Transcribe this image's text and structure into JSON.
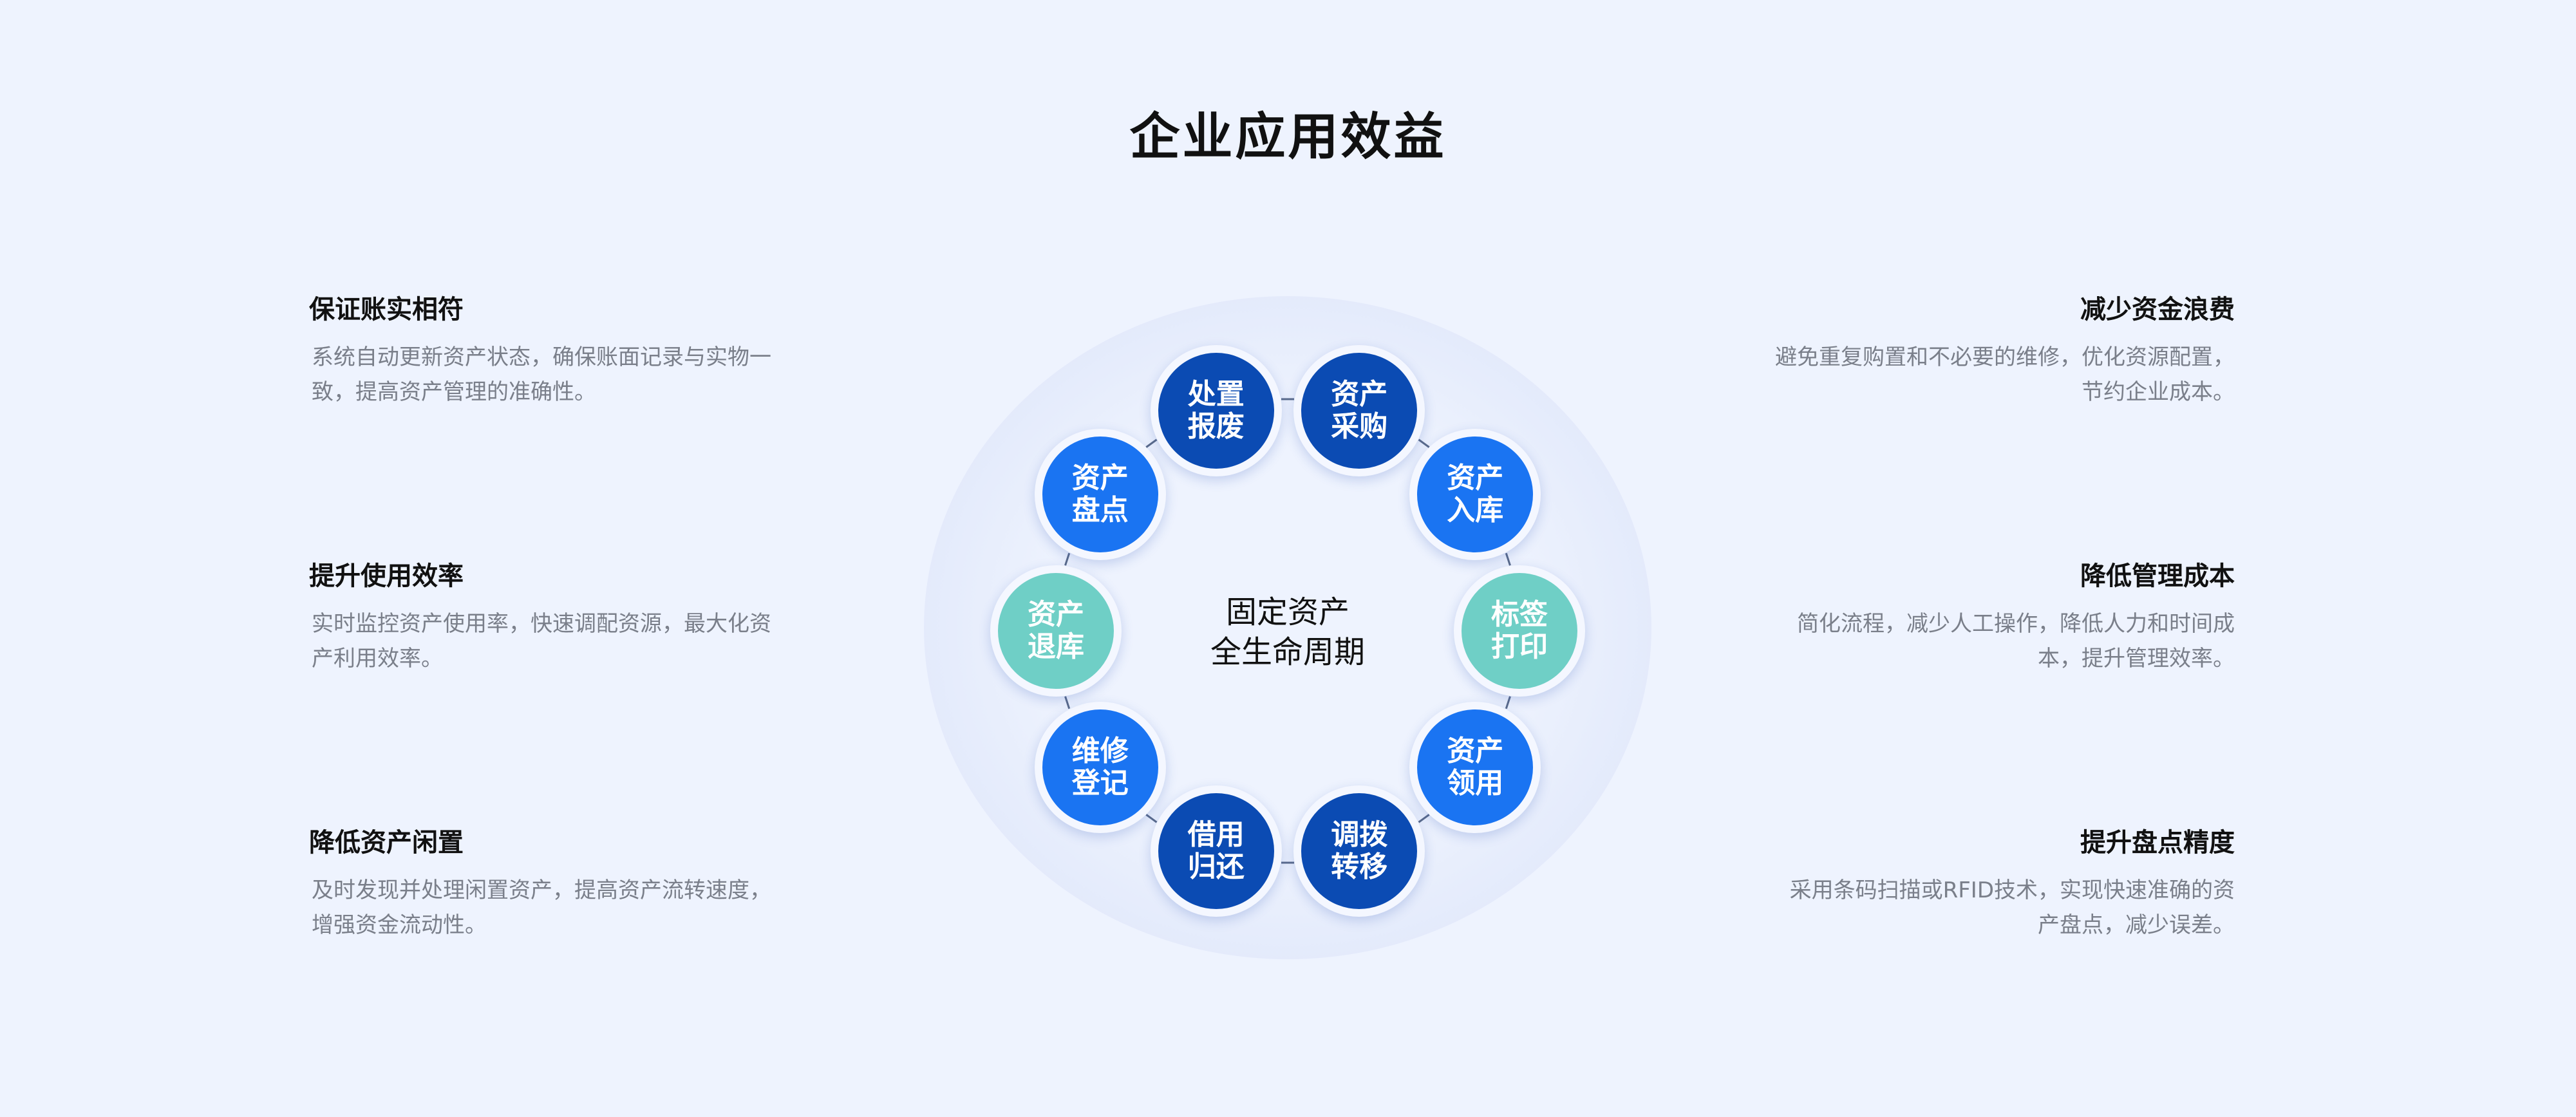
{
  "title": "企业应用效益",
  "center": {
    "line1": "固定资产",
    "line2": "全生命周期"
  },
  "left_benefits": [
    {
      "title": "保证账实相符",
      "desc": "系统自动更新资产状态，确保账面记录与实物一致，提高资产管理的准确性。"
    },
    {
      "title": "提升使用效率",
      "desc": "实时监控资产使用率，快速调配资源，最大化资产利用效率。"
    },
    {
      "title": "降低资产闲置",
      "desc": "及时发现并处理闲置资产，提高资产流转速度，增强资金流动性。"
    }
  ],
  "right_benefits": [
    {
      "title": "减少资金浪费",
      "desc": "避免重复购置和不必要的维修，优化资源配置，节约企业成本。"
    },
    {
      "title": "降低管理成本",
      "desc": "简化流程，减少人工操作，降低人力和时间成本，提升管理效率。"
    },
    {
      "title": "提升盘点精度",
      "desc": "采用条码扫描或RFID技术，实现快速准确的资产盘点，减少误差。"
    }
  ],
  "nodes": [
    {
      "line1": "资产",
      "line2": "采购",
      "style": "dark",
      "color": "#0b4bb3"
    },
    {
      "line1": "资产",
      "line2": "入库",
      "style": "mid",
      "color": "#1a74f2"
    },
    {
      "line1": "标签",
      "line2": "打印",
      "style": "teal",
      "color": "#6fcfc6"
    },
    {
      "line1": "资产",
      "line2": "领用",
      "style": "mid",
      "color": "#1a74f2"
    },
    {
      "line1": "调拨",
      "line2": "转移",
      "style": "dark",
      "color": "#0b4bb3"
    },
    {
      "line1": "借用",
      "line2": "归还",
      "style": "dark",
      "color": "#0b4bb3"
    },
    {
      "line1": "维修",
      "line2": "登记",
      "style": "mid",
      "color": "#1a74f2"
    },
    {
      "line1": "资产",
      "line2": "退库",
      "style": "teal",
      "color": "#6fcfc6"
    },
    {
      "line1": "资产",
      "line2": "盘点",
      "style": "mid",
      "color": "#1a74f2"
    },
    {
      "line1": "处置",
      "line2": "报废",
      "style": "dark",
      "color": "#0b4bb3"
    }
  ]
}
